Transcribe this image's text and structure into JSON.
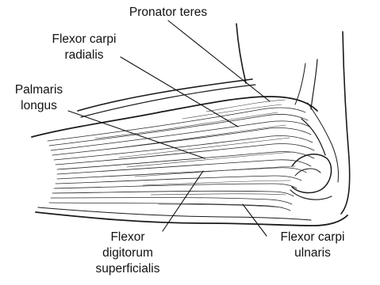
{
  "diagram": {
    "labels": {
      "pronator_teres": "Pronator teres",
      "fcr_line1": "Flexor carpi",
      "fcr_line2": "radialis",
      "pl_line1": "Palmaris",
      "pl_line2": "longus",
      "fds_line1": "Flexor",
      "fds_line2": "digitorum",
      "fds_line3": "superficialis",
      "fcu_line1": "Flexor carpi",
      "fcu_line2": "ulnaris"
    }
  }
}
